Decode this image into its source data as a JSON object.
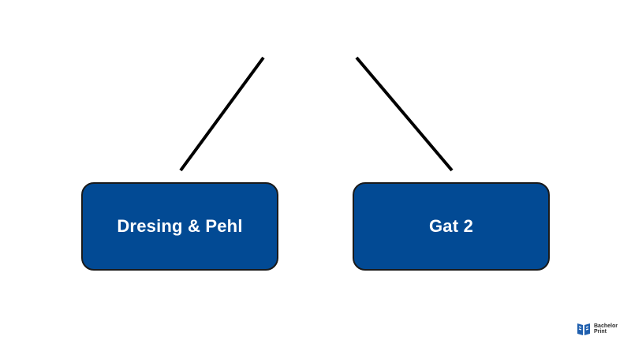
{
  "diagram": {
    "nodes": [
      {
        "id": "left",
        "label": "Dresing & Pehl"
      },
      {
        "id": "right",
        "label": "Gat 2"
      }
    ],
    "colors": {
      "node_fill": "#024a94",
      "node_border": "#1a1a1a",
      "node_text": "#ffffff",
      "connector": "#000000"
    }
  },
  "logo": {
    "line1": "Bachelor",
    "line2": "Print",
    "color": "#1f5fae"
  }
}
